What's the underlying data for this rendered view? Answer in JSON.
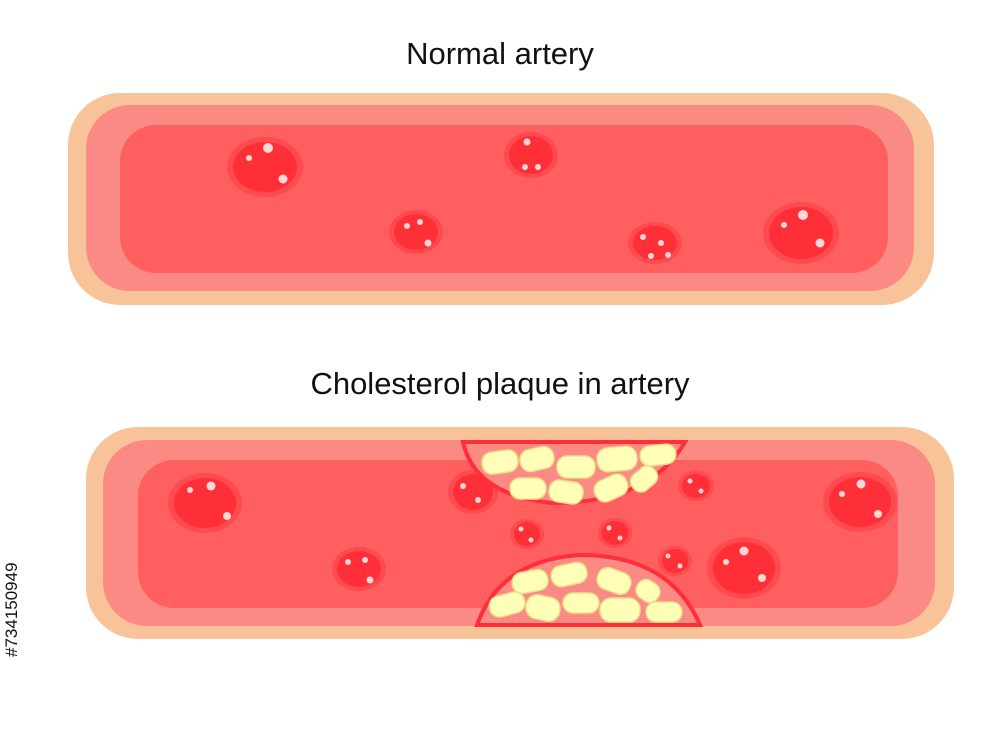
{
  "titles": {
    "normal": "Normal artery",
    "plaque": "Cholesterol plaque in artery"
  },
  "stock_id": "#734150949",
  "colors": {
    "outer_wall": "#f9c39a",
    "mid_wall": "#fb8a84",
    "lumen": "#ff5f5f",
    "cell": "#ff2f38",
    "cell_rim": "#ff4a4f",
    "cell_highlight": "#ffd6d6",
    "plaque_body": "#fb8a84",
    "plaque_rim": "#ff2e3a",
    "cholesterol": "#ffffb8",
    "cholesterol_stroke": "#ede08a",
    "title_text": "#111111"
  }
}
